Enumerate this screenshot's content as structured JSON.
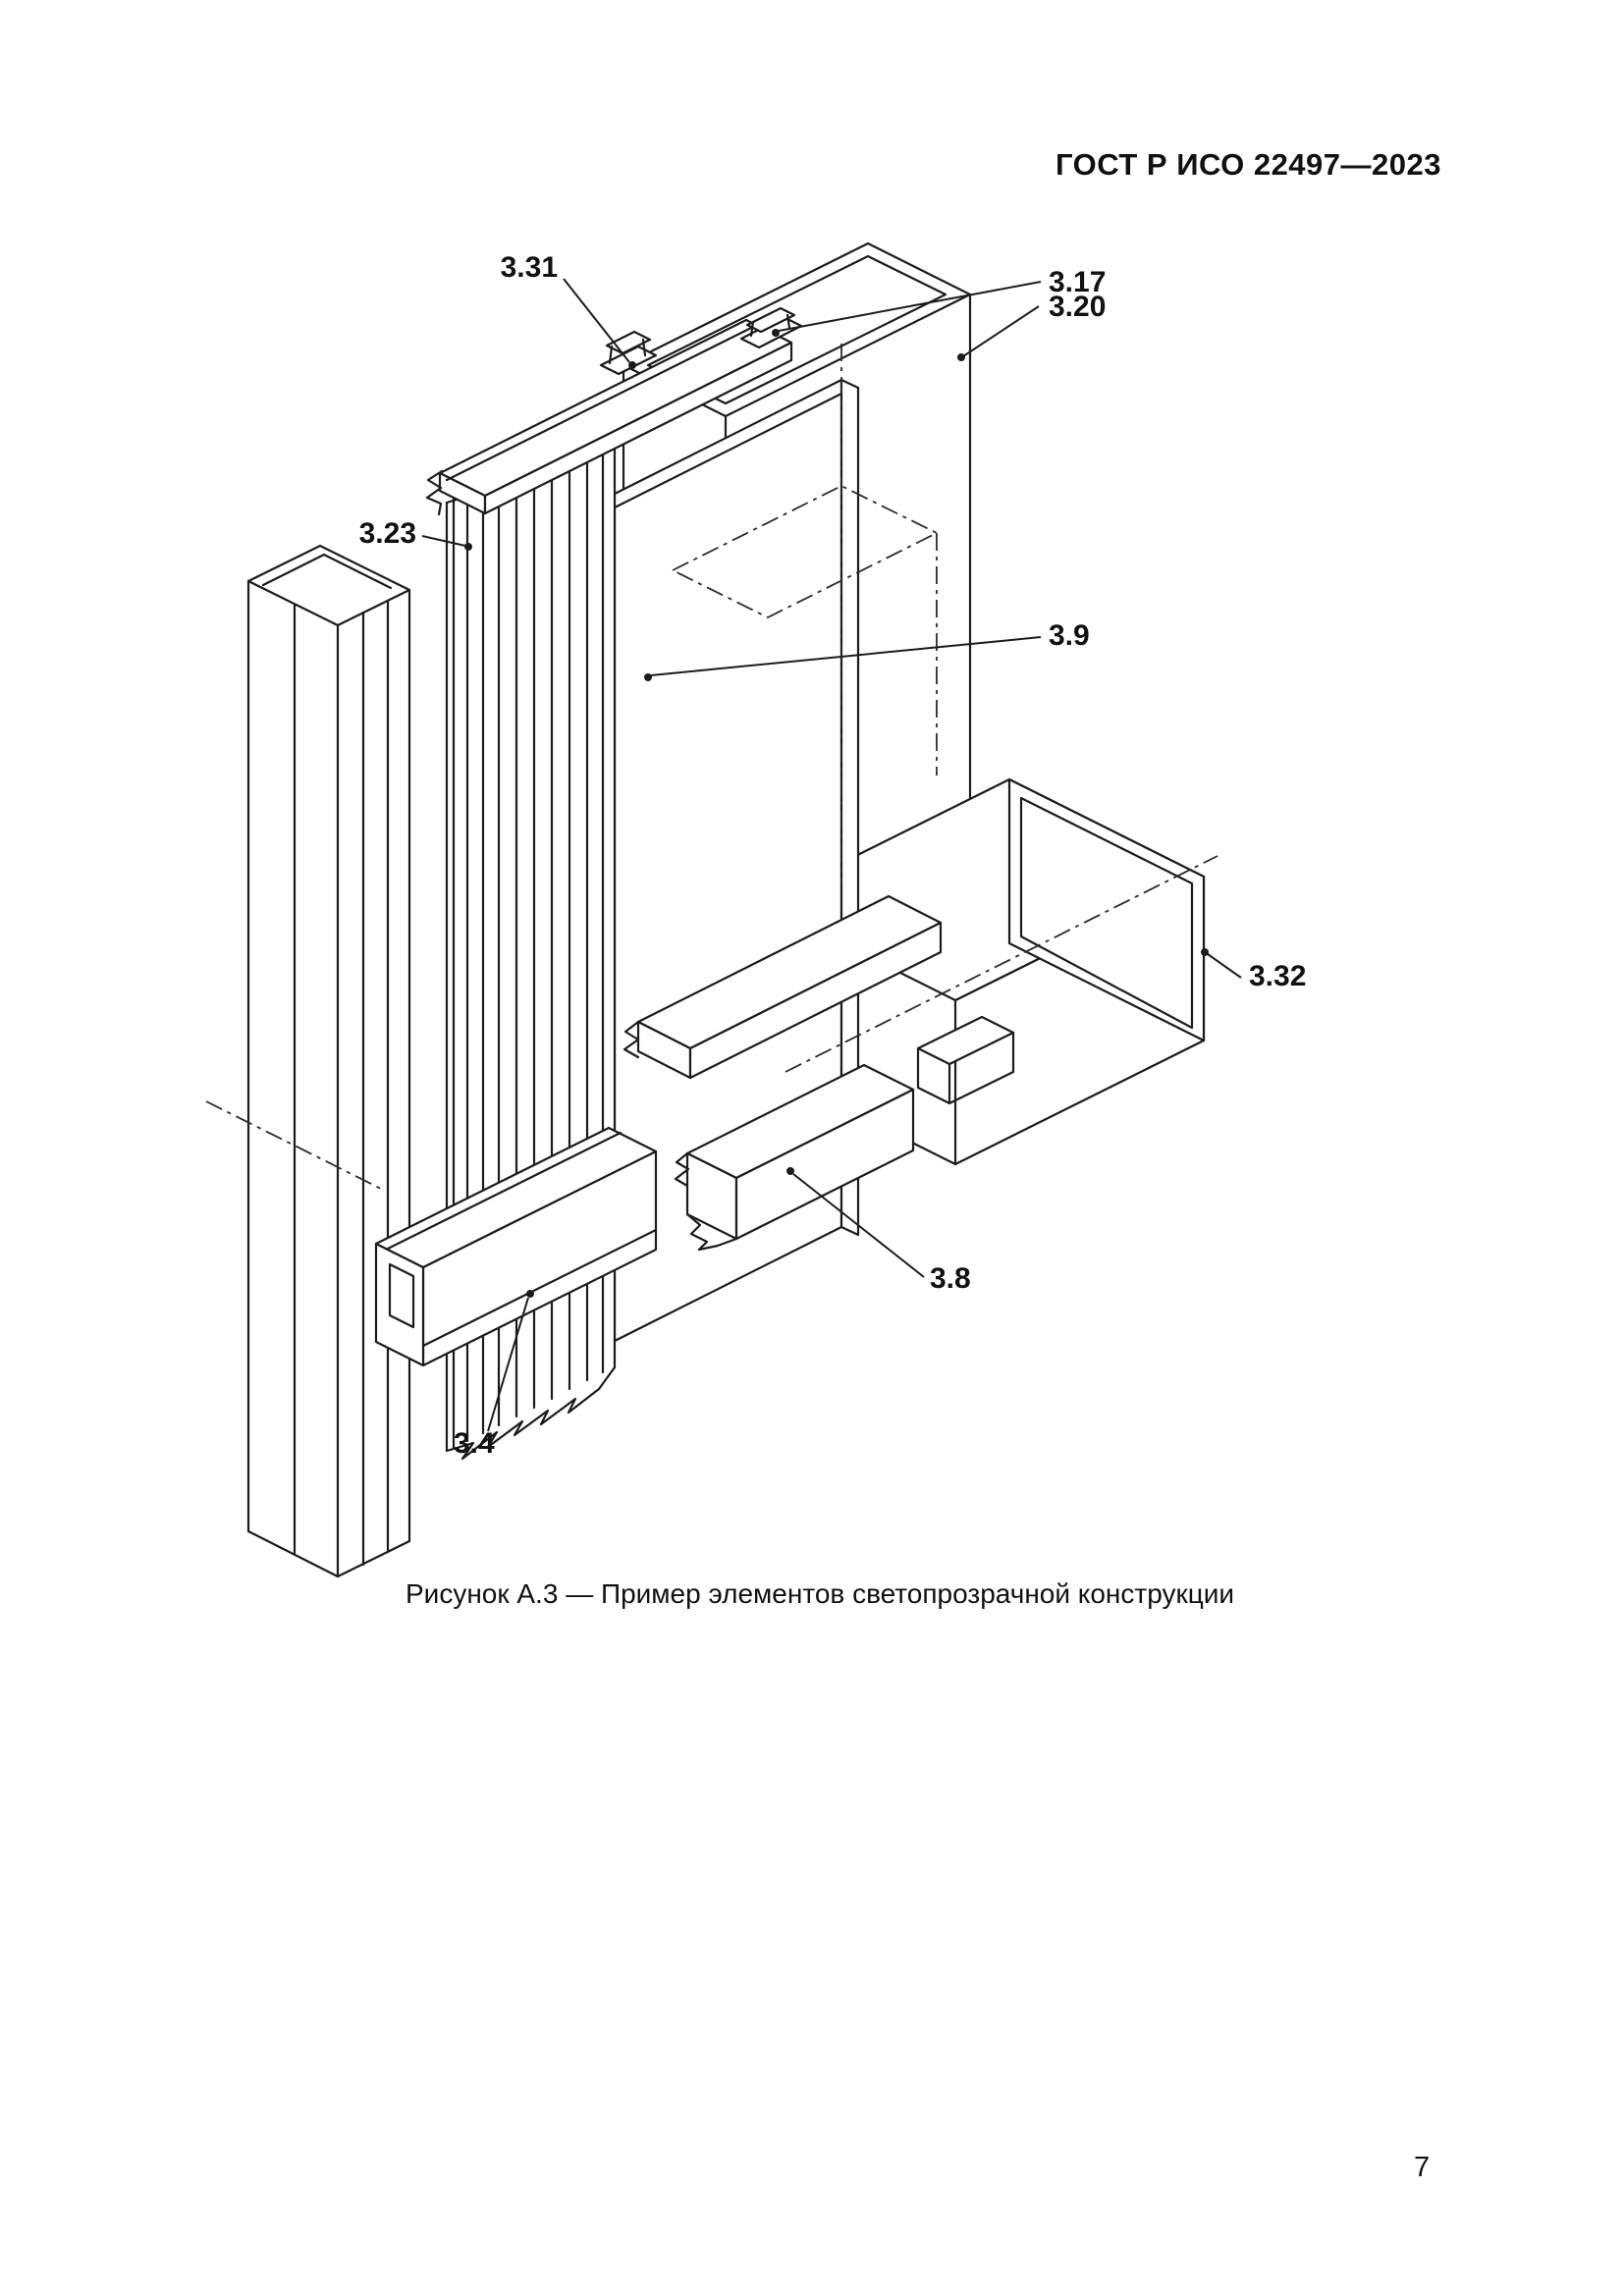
{
  "page": {
    "header": "ГОСТ Р ИСО 22497—2023",
    "page_number": "7"
  },
  "figure": {
    "caption": "Рисунок А.3 — Пример элементов светопрозрачной конструкции",
    "labels": {
      "l3_20": "3.20",
      "l3_31": "3.31",
      "l3_17": "3.17",
      "l3_23": "3.23",
      "l3_9": "3.9",
      "l3_32": "3.32",
      "l3_8": "3.8",
      "l3_4": "3.4"
    }
  }
}
